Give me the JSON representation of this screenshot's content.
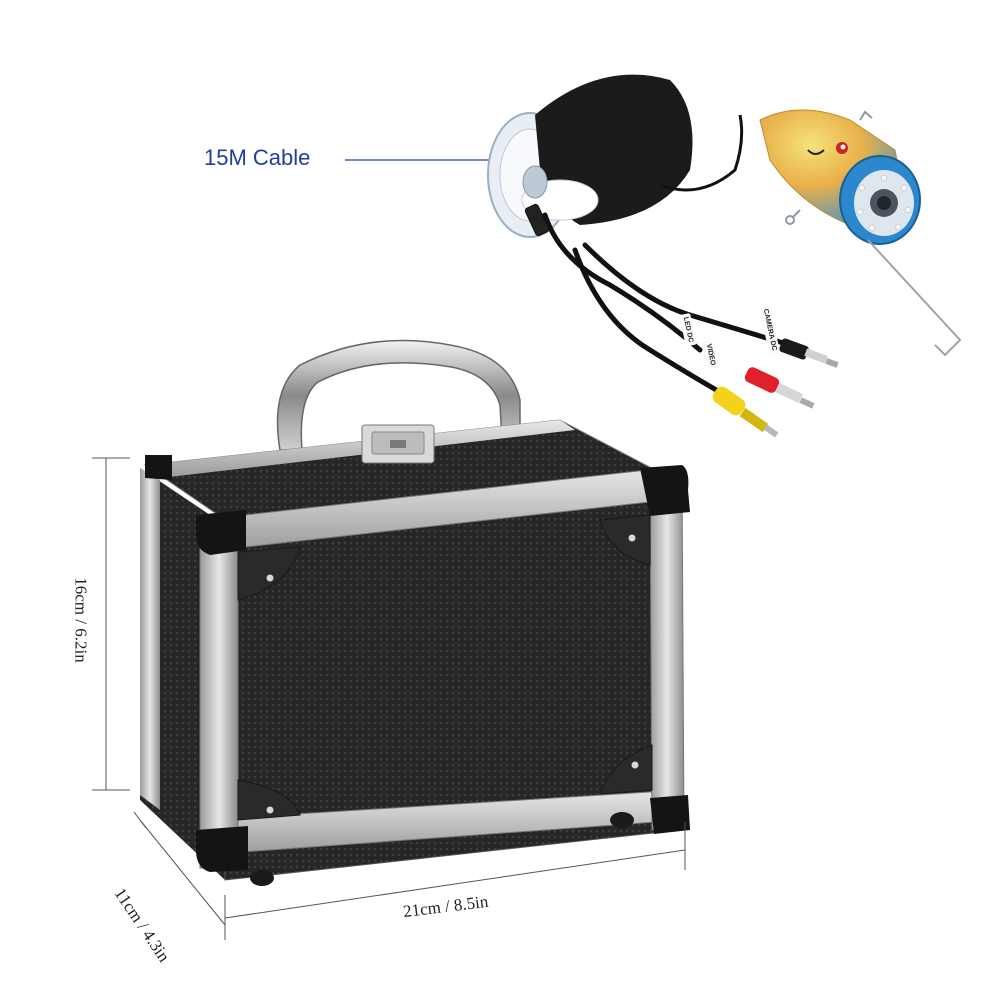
{
  "callout": {
    "cable_label": "15M Cable"
  },
  "dimensions": {
    "height": "16cm / 6.2in",
    "width": "21cm / 8.5in",
    "depth": "11cm / 4.3in"
  },
  "cable_tags": {
    "led": "LED DC",
    "video": "VIDEO",
    "camera": "CAMERA DC"
  },
  "colors": {
    "callout_blue": "#1f3f9a",
    "case_black": "#222222",
    "aluminum": "#c8c8c8",
    "camera_blue": "#3a9ad9",
    "rca_red": "#e0202a",
    "rca_yellow": "#f2d21a"
  }
}
